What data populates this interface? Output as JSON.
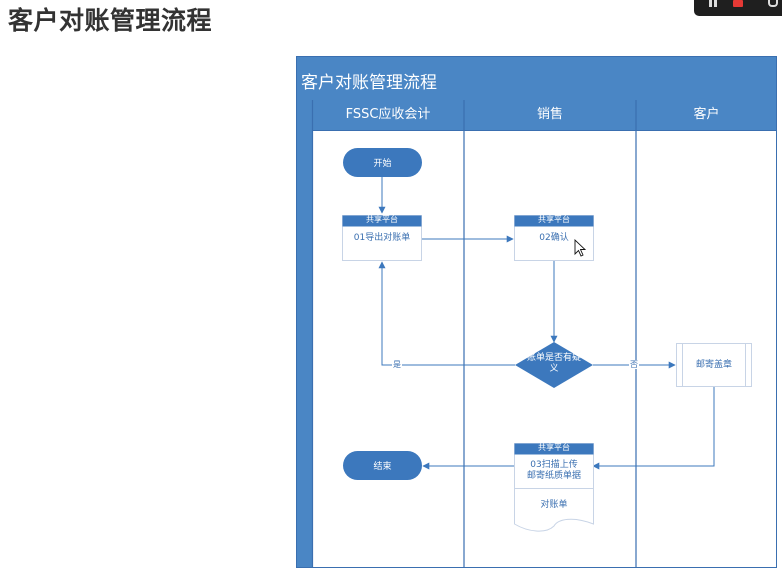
{
  "page": {
    "title": "客户对账管理流程"
  },
  "diagram": {
    "title": "客户对账管理流程",
    "lanes": [
      "FSSC应收会计",
      "销售",
      "客户"
    ],
    "nodes": {
      "start": "开始",
      "end": "结束",
      "step1": {
        "header": "共享平台",
        "label": "01导出对账单"
      },
      "step2": {
        "header": "共享平台",
        "label": "02确认"
      },
      "decision": {
        "line1": "账单是否有疑",
        "line2": "义"
      },
      "customer_step": "邮寄盖章",
      "step3": {
        "header": "共享平台",
        "line1": "03扫描上传",
        "line2": "邮寄纸质单据"
      },
      "document": "对账单"
    },
    "edges": {
      "yes": "是",
      "no": "否"
    },
    "colors": {
      "lane_blue": "#4a86c5",
      "lane_line": "#3a6fb0",
      "shape_fill": "#3c78bd",
      "box_border": "#c8d4e6"
    }
  }
}
